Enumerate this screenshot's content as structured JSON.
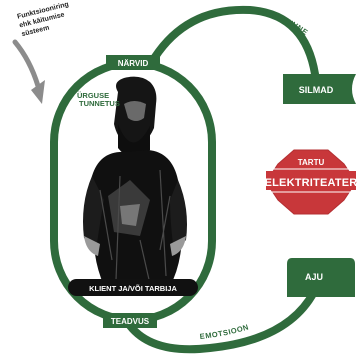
{
  "colors": {
    "green": "#2f6b3c",
    "dark": "#111111",
    "gray_arrow": "#8c8c8c",
    "red_badge": "#c8373a",
    "white": "#ffffff"
  },
  "annotation": {
    "text_lines": [
      "Funktsiooniring",
      "ehk käitumise",
      "süsteem"
    ]
  },
  "labels": {
    "narvid": "NÄRVID",
    "teadvus": "TEADVUS",
    "silmad": "SILMAD",
    "aju": "AJU",
    "intensiivne": "INTENSIIVNE",
    "emotsioon": "EMOTSIOON",
    "urguse_line1": "ÜRGUSE",
    "urguse_line2": "TUNNETUS",
    "client": "KLIENT JA/VÕI TARBIJA"
  },
  "logo": {
    "top": "TARTU",
    "main": "ELEKTRITEATER"
  },
  "icons": {
    "arrow": "down-arrow-icon",
    "figure": "person-sketch-icon",
    "logo": "elektriteater-logo-icon"
  }
}
